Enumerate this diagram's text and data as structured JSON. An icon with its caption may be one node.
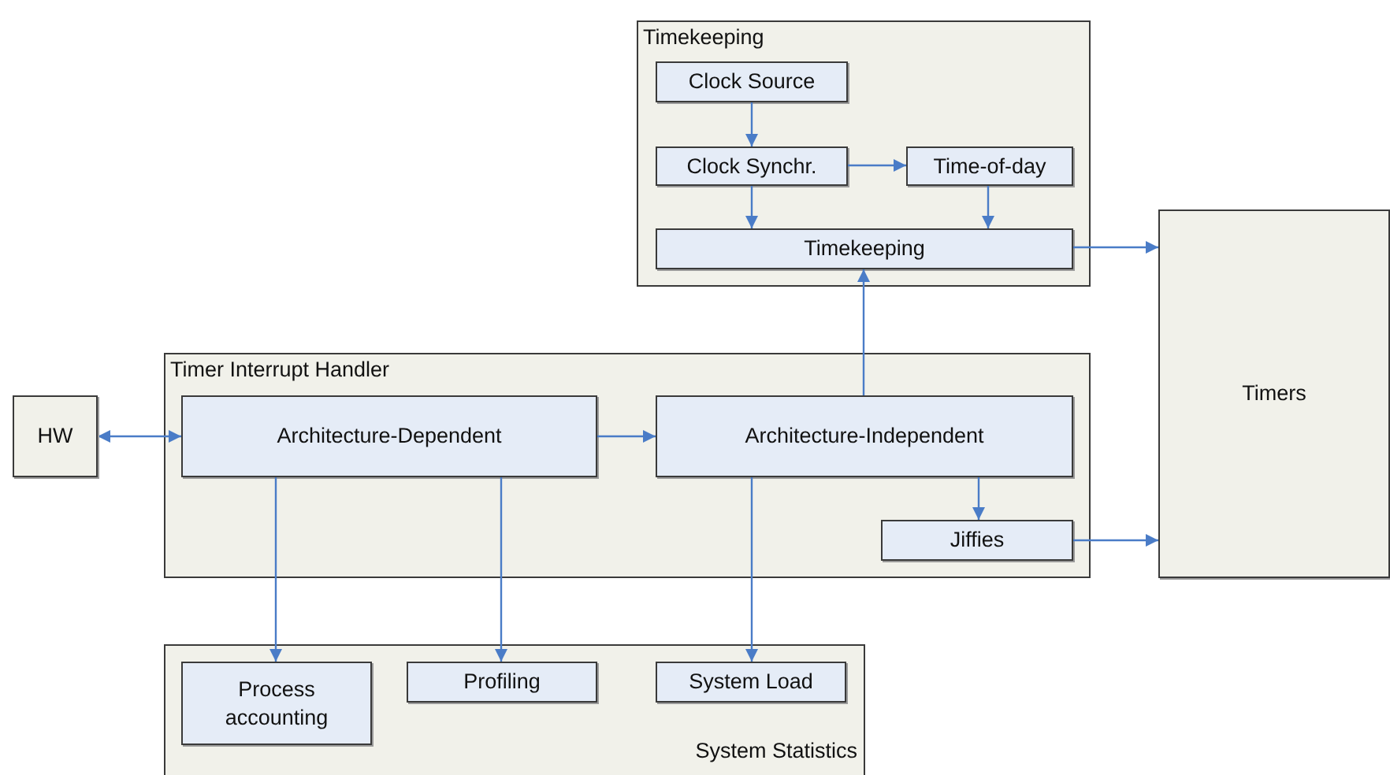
{
  "diagram": {
    "nodes": [
      {
        "text": [
          "Timekeeping"
        ]
      },
      {
        "text": [
          "Clock Source"
        ],
        "in": 0
      },
      {
        "text": [
          "Clock Synchr."
        ],
        "in": 0
      },
      {
        "text": [
          "Time-of-day"
        ],
        "in": 0
      },
      {
        "text": [
          "Timekeeping"
        ],
        "in": 0
      },
      {
        "text": [
          "Timers"
        ]
      },
      {
        "text": [
          "HW"
        ]
      },
      {
        "text": [
          "Timer Interrupt Handler"
        ]
      },
      {
        "text": [
          "Architecture-Dependent"
        ],
        "in": 7
      },
      {
        "text": [
          "Architecture-Independent"
        ],
        "in": 7
      },
      {
        "text": [
          "Jiffies"
        ],
        "in": 7
      },
      {
        "text": [
          "System Statistics"
        ]
      },
      {
        "text": [
          "Process accounting"
        ],
        "in": 11
      },
      {
        "text": [
          "Profiling"
        ],
        "in": 11
      },
      {
        "text": [
          "System Load"
        ],
        "in": 11
      }
    ],
    "edges": [
      {
        "from": 1,
        "to": 2,
        "arrow": "to"
      },
      {
        "from": 2,
        "to": 3,
        "arrow": "to"
      },
      {
        "from": 2,
        "to": 4,
        "arrow": "to"
      },
      {
        "from": 3,
        "to": 4,
        "arrow": "to"
      },
      {
        "from": 4,
        "to": 5,
        "arrow": "to"
      },
      {
        "from": 9,
        "to": 4,
        "arrow": "to"
      },
      {
        "from": 6,
        "to": 8,
        "arrow": "both"
      },
      {
        "from": 8,
        "to": 9,
        "arrow": "to"
      },
      {
        "from": 9,
        "to": 10,
        "arrow": "to"
      },
      {
        "from": 10,
        "to": 5,
        "arrow": "to"
      },
      {
        "from": 8,
        "to": 12,
        "arrow": "to"
      },
      {
        "from": 8,
        "to": 13,
        "arrow": "to"
      },
      {
        "from": 9,
        "to": 14,
        "arrow": "to"
      }
    ]
  }
}
